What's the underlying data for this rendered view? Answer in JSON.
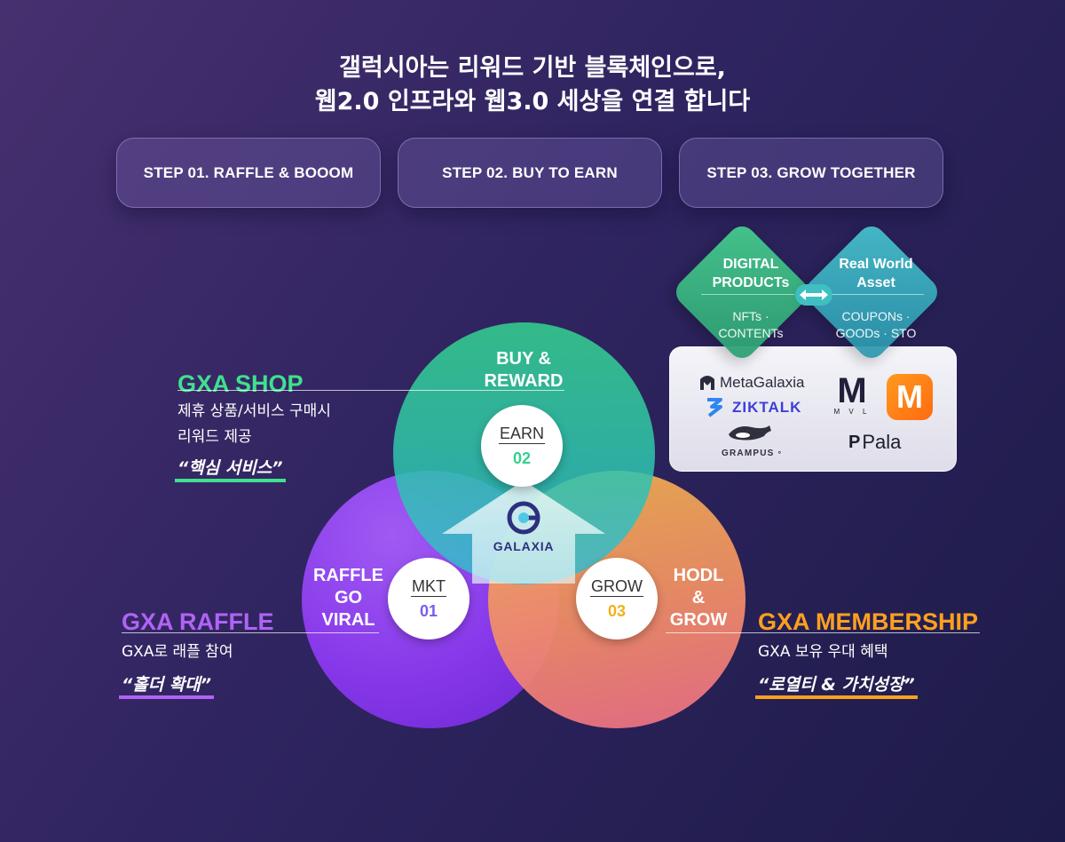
{
  "headline": {
    "line1": "갤럭시아는 리워드 기반 블록체인으로,",
    "line2": "웹2.0 인프라와 웹3.0 세상을 연결 합니다"
  },
  "steps": [
    {
      "label": "STEP 01. RAFFLE & BOOOM"
    },
    {
      "label": "STEP 02. BUY TO EARN"
    },
    {
      "label": "STEP 03. GROW TOGETHER"
    }
  ],
  "diamonds": {
    "digital": {
      "title_line1": "DIGITAL",
      "title_line2": "PRODUCTs",
      "sub_line1": "NFTs ·",
      "sub_line2": "CONTENTs",
      "color": "#3cb87c"
    },
    "rwa": {
      "title_line1": "Real World",
      "title_line2": "Asset",
      "sub_line1": "COUPONs ·",
      "sub_line2": "GOODs · STO",
      "color": "#39aebe"
    },
    "swap_icon": "double-arrow-icon"
  },
  "partners": {
    "metagalaxia": "MetaGalaxia",
    "ziktalk": "ZIKTALK",
    "grampus": "GRAMPUS",
    "grampus_mark": "°",
    "mvl_mark": "M",
    "mvl": "M V L",
    "m_app": "M",
    "pala": "Pala",
    "pala_mark": "P"
  },
  "circles": {
    "earn": {
      "text_line1": "BUY &",
      "text_line2": "REWARD",
      "badge_label": "EARN",
      "badge_number": "02",
      "color": "#2fd49a"
    },
    "mkt": {
      "text_line1": "RAFFLE",
      "text_line2": "GO",
      "text_line3": "VIRAL",
      "badge_label": "MKT",
      "badge_number": "01",
      "color": "#8b3cf0"
    },
    "grow": {
      "text_line1": "HODL",
      "text_line2": "&",
      "text_line3": "GROW",
      "badge_label": "GROW",
      "badge_number": "03",
      "color": "#f29a5a"
    }
  },
  "center": {
    "logo_text": "GALAXIA",
    "logo_icon": "galaxia-logo-icon"
  },
  "labels": {
    "shop": {
      "title": "GXA SHOP",
      "desc_line1": "제휴 상품/서비스 구매시",
      "desc_line2": "리워드 제공",
      "quote": "“핵심 서비스”",
      "color": "#3fe08f"
    },
    "raffle": {
      "title": "GXA RAFFLE",
      "desc_line1": "GXA로 래플 참여",
      "quote": "“홀더 확대”",
      "color": "#b063f5"
    },
    "membership": {
      "title": "GXA MEMBERSHIP",
      "desc_line1": "GXA 보유 우대 혜택",
      "quote": "“로열티 & 가치성장”",
      "color": "#ffa01f"
    }
  }
}
